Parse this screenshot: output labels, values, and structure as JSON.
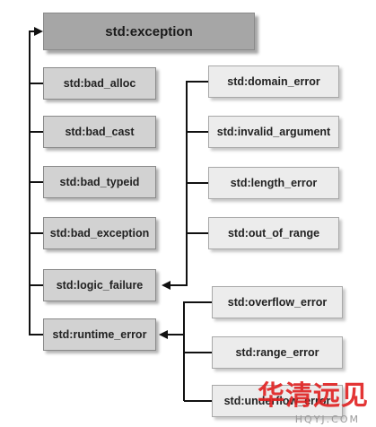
{
  "root": {
    "label": "std:exception"
  },
  "left_children": [
    {
      "label": "std:bad_alloc"
    },
    {
      "label": "std:bad_cast"
    },
    {
      "label": "std:bad_typeid"
    },
    {
      "label": "std:bad_exception"
    },
    {
      "label": "std:logic_failure"
    },
    {
      "label": "std:runtime_error"
    }
  ],
  "logic_children": [
    {
      "label": "std:domain_error"
    },
    {
      "label": "std:invalid_argument"
    },
    {
      "label": "std:length_error"
    },
    {
      "label": "std:out_of_range"
    }
  ],
  "runtime_children": [
    {
      "label": "std:overflow_error"
    },
    {
      "label": "std:range_error"
    },
    {
      "label": "std:underflow_error"
    }
  ],
  "watermark": {
    "text": "华清远见",
    "sub": "HQYJ.COM"
  },
  "colors": {
    "connector": "#111111",
    "root_fill": "#a6a6a6",
    "left_fill": "#d2d2d2",
    "right_fill": "#ececec",
    "watermark": "#e02020"
  }
}
